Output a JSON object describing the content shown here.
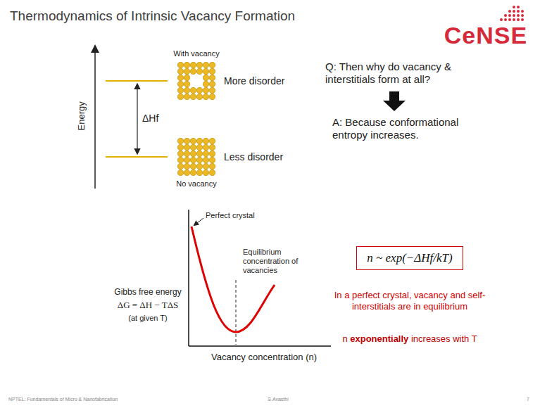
{
  "diagram": {
    "title": "Thermodynamics of Intrinsic Vacancy Formation",
    "nodes": [
      {
        "text": [
          "n ~ exp(−ΔHf/kT)"
        ]
      }
    ],
    "labels": [
      "CeNSE",
      "With vacancy",
      "More disorder",
      "Less disorder",
      "No vacancy",
      "Energy",
      "ΔHf",
      "Q: Then why do vacancy & interstitials form at all?",
      "A: Because conformational entropy increases.",
      "Perfect crystal",
      "Equilibrium concentration of vacancies",
      "Gibbs free energy",
      "ΔG = ΔH − TΔS",
      "(at given T)",
      "Vacancy concentration (n)",
      "In a perfect crystal, vacancy and self-interstitials are in equilibrium",
      "n",
      "exponentially",
      "increases with T",
      "NPTEL: Fundamentals of Micro & Nanofabrication",
      "S.Avasthi",
      "7"
    ]
  }
}
